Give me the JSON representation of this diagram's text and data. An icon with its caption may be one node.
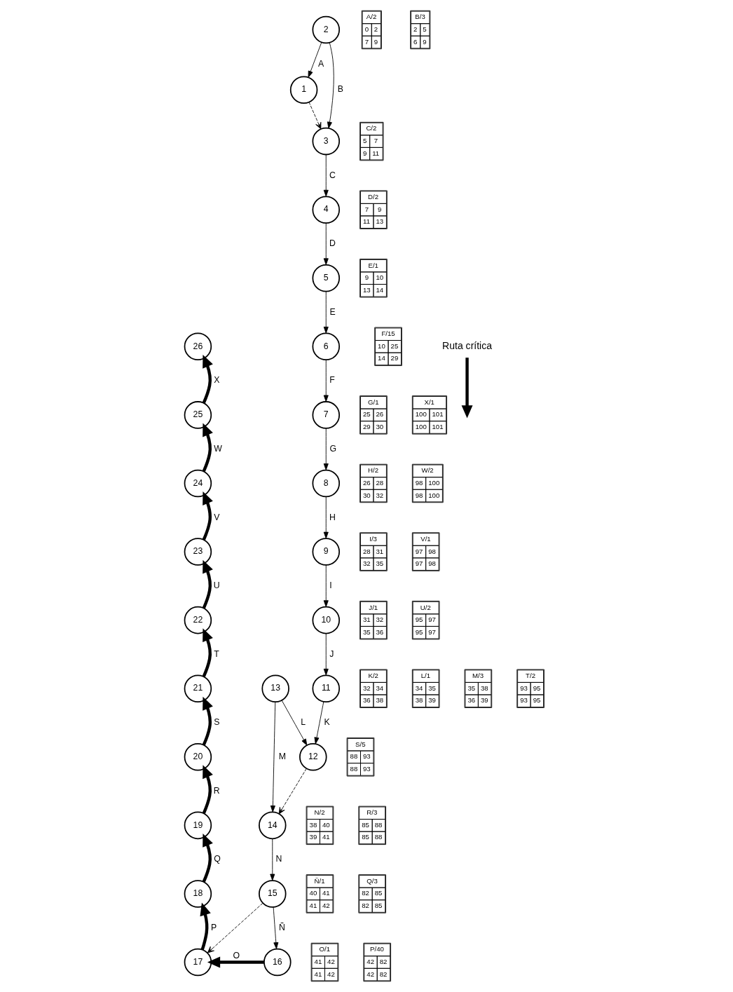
{
  "diagram": {
    "nodes": [
      {
        "text": [
          "1"
        ]
      },
      {
        "text": [
          "2"
        ]
      },
      {
        "text": [
          "3"
        ]
      },
      {
        "text": [
          "4"
        ]
      },
      {
        "text": [
          "5"
        ]
      },
      {
        "text": [
          "6"
        ]
      },
      {
        "text": [
          "7"
        ]
      },
      {
        "text": [
          "8"
        ]
      },
      {
        "text": [
          "9"
        ]
      },
      {
        "text": [
          "10"
        ]
      },
      {
        "text": [
          "11"
        ]
      },
      {
        "text": [
          "12"
        ]
      },
      {
        "text": [
          "13"
        ]
      },
      {
        "text": [
          "14"
        ]
      },
      {
        "text": [
          "15"
        ]
      },
      {
        "text": [
          "16"
        ]
      },
      {
        "text": [
          "17"
        ]
      },
      {
        "text": [
          "18"
        ]
      },
      {
        "text": [
          "19"
        ]
      },
      {
        "text": [
          "20"
        ]
      },
      {
        "text": [
          "21"
        ]
      },
      {
        "text": [
          "22"
        ]
      },
      {
        "text": [
          "23"
        ]
      },
      {
        "text": [
          "24"
        ]
      },
      {
        "text": [
          "25"
        ]
      },
      {
        "text": [
          "26"
        ]
      },
      {
        "text": [
          "A/2",
          "0",
          "2",
          "7",
          "9"
        ]
      },
      {
        "text": [
          "B/3",
          "2",
          "5",
          "6",
          "9"
        ]
      },
      {
        "text": [
          "C/2",
          "5",
          "7",
          "9",
          "11"
        ]
      },
      {
        "text": [
          "D/2",
          "7",
          "9",
          "11",
          "13"
        ]
      },
      {
        "text": [
          "E/1",
          "9",
          "10",
          "13",
          "14"
        ]
      },
      {
        "text": [
          "F/15",
          "10",
          "25",
          "14",
          "29"
        ]
      },
      {
        "text": [
          "G/1",
          "25",
          "26",
          "29",
          "30"
        ]
      },
      {
        "text": [
          "H/2",
          "26",
          "28",
          "30",
          "32"
        ]
      },
      {
        "text": [
          "I/3",
          "28",
          "31",
          "32",
          "35"
        ]
      },
      {
        "text": [
          "J/1",
          "31",
          "32",
          "35",
          "36"
        ]
      },
      {
        "text": [
          "K/2",
          "32",
          "34",
          "36",
          "38"
        ]
      },
      {
        "text": [
          "L/1",
          "34",
          "35",
          "38",
          "39"
        ]
      },
      {
        "text": [
          "M/3",
          "35",
          "38",
          "36",
          "39"
        ]
      },
      {
        "text": [
          "N/2",
          "38",
          "40",
          "39",
          "41"
        ]
      },
      {
        "text": [
          "Ñ/1",
          "40",
          "41",
          "41",
          "42"
        ]
      },
      {
        "text": [
          "O/1",
          "41",
          "42",
          "41",
          "42"
        ]
      },
      {
        "text": [
          "P/40",
          "42",
          "82",
          "42",
          "82"
        ]
      },
      {
        "text": [
          "Q/3",
          "82",
          "85",
          "82",
          "85"
        ]
      },
      {
        "text": [
          "R/3",
          "85",
          "88",
          "85",
          "88"
        ]
      },
      {
        "text": [
          "S/5",
          "88",
          "93",
          "88",
          "93"
        ]
      },
      {
        "text": [
          "T/2",
          "93",
          "95",
          "93",
          "95"
        ]
      },
      {
        "text": [
          "U/2",
          "95",
          "97",
          "95",
          "97"
        ]
      },
      {
        "text": [
          "V/1",
          "97",
          "98",
          "97",
          "98"
        ]
      },
      {
        "text": [
          "W/2",
          "98",
          "100",
          "98",
          "100"
        ]
      },
      {
        "text": [
          "X/1",
          "100",
          "101",
          "100",
          "101"
        ]
      }
    ],
    "edges": [
      {
        "from": 1,
        "to": 0,
        "arrow": "to",
        "label": "A"
      },
      {
        "from": 0,
        "to": 2,
        "arrow": "to",
        "style": "dashed"
      },
      {
        "from": 1,
        "to": 2,
        "arrow": "to",
        "label": "B"
      },
      {
        "from": 2,
        "to": 3,
        "arrow": "to",
        "label": "C"
      },
      {
        "from": 3,
        "to": 4,
        "arrow": "to",
        "label": "D"
      },
      {
        "from": 4,
        "to": 5,
        "arrow": "to",
        "label": "E"
      },
      {
        "from": 5,
        "to": 6,
        "arrow": "to",
        "label": "F"
      },
      {
        "from": 6,
        "to": 7,
        "arrow": "to",
        "label": "G"
      },
      {
        "from": 7,
        "to": 8,
        "arrow": "to",
        "label": "H"
      },
      {
        "from": 8,
        "to": 9,
        "arrow": "to",
        "label": "I"
      },
      {
        "from": 9,
        "to": 10,
        "arrow": "to",
        "label": "J"
      },
      {
        "from": 10,
        "to": 11,
        "arrow": "to",
        "label": "K"
      },
      {
        "from": 12,
        "to": 11,
        "arrow": "to",
        "label": "L"
      },
      {
        "from": 11,
        "to": 13,
        "arrow": "to",
        "style": "dashed"
      },
      {
        "from": 12,
        "to": 13,
        "arrow": "to",
        "label": "M"
      },
      {
        "from": 13,
        "to": 14,
        "arrow": "to",
        "label": "N"
      },
      {
        "from": 14,
        "to": 15,
        "arrow": "to",
        "label": "Ñ"
      },
      {
        "from": 14,
        "to": 16,
        "arrow": "to",
        "style": "dashed"
      },
      {
        "from": 15,
        "to": 16,
        "arrow": "to",
        "label": "O",
        "style": "thick"
      },
      {
        "from": 16,
        "to": 17,
        "arrow": "to",
        "label": "P",
        "style": "thick"
      },
      {
        "from": 17,
        "to": 18,
        "arrow": "to",
        "label": "Q",
        "style": "thick"
      },
      {
        "from": 18,
        "to": 19,
        "arrow": "to",
        "label": "R",
        "style": "thick"
      },
      {
        "from": 19,
        "to": 20,
        "arrow": "to",
        "label": "S",
        "style": "thick"
      },
      {
        "from": 20,
        "to": 21,
        "arrow": "to",
        "label": "T",
        "style": "thick"
      },
      {
        "from": 21,
        "to": 22,
        "arrow": "to",
        "label": "U",
        "style": "thick"
      },
      {
        "from": 22,
        "to": 23,
        "arrow": "to",
        "label": "V",
        "style": "thick"
      },
      {
        "from": 23,
        "to": 24,
        "arrow": "to",
        "label": "W",
        "style": "thick"
      },
      {
        "from": 24,
        "to": 25,
        "arrow": "to",
        "label": "X",
        "style": "thick"
      }
    ],
    "legend": [
      {
        "text": "Ruta crítica"
      }
    ]
  }
}
